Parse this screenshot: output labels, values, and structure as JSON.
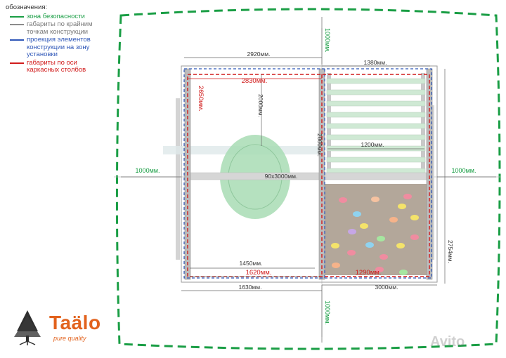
{
  "legend": {
    "title": "обозначения:",
    "items": [
      {
        "label": "зона безопасности",
        "color": "#1a9e45"
      },
      {
        "label": "габариты по крайним точкам конструкции",
        "color": "#8c8c8c"
      },
      {
        "label": "проекция элементов конструкции на зону установки",
        "color": "#2f57b8"
      },
      {
        "label": "габариты по оси каркасных столбов",
        "color": "#d11b1b"
      }
    ]
  },
  "dimensions": {
    "safety_top": "1000мм.",
    "safety_bottom": "1000мм.",
    "safety_left": "1000мм.",
    "safety_right": "1000мм.",
    "overall_width": "2920мм.",
    "monkey_bars_width": "1380мм.",
    "axis_width": "2830мм.",
    "axis_height": "2650мм.",
    "swing_height": "2000мм.",
    "post_height": "2000мм.",
    "rung_width": "1200мм.",
    "beam": "90х3000мм.",
    "inner_span": "1450мм.",
    "axis_bottom_left": "1620мм.",
    "axis_bottom_right": "1290мм.",
    "base_left": "1630мм.",
    "base_right": "3000мм.",
    "right_depth": "2754мм."
  },
  "colors": {
    "safety": "#1a9e45",
    "overall": "#8c8c8c",
    "projection": "#2f57b8",
    "axis": "#d11b1b",
    "swing_seat": "#a8dcb4",
    "climbing_wall": "#b3a79a",
    "brand": "#e2621d"
  },
  "brand": {
    "name": "Taälo",
    "tagline": "pure quality"
  },
  "watermark": "Avito"
}
